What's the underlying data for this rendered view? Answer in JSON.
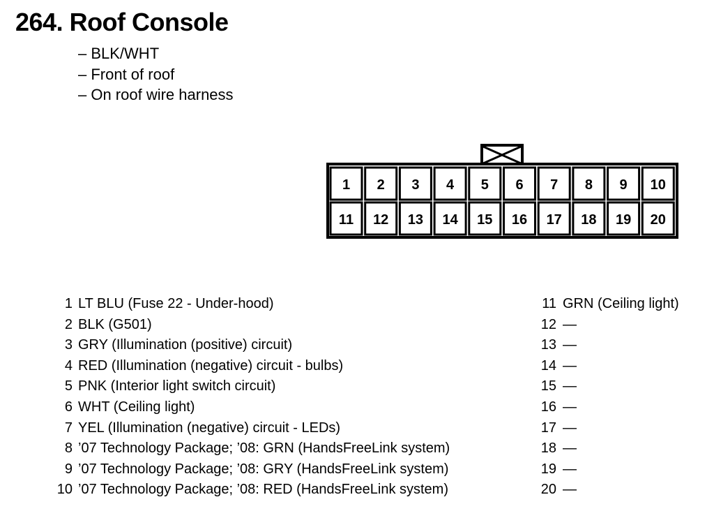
{
  "header": {
    "title": "264. Roof Console"
  },
  "notes": [
    "– BLK/WHT",
    "– Front of roof",
    "– On roof wire harness"
  ],
  "connector": {
    "pins_top": [
      "1",
      "2",
      "3",
      "4",
      "5",
      "6",
      "7",
      "8",
      "9",
      "10"
    ],
    "pins_bottom": [
      "11",
      "12",
      "13",
      "14",
      "15",
      "16",
      "17",
      "18",
      "19",
      "20"
    ]
  },
  "pins_left": [
    {
      "num": "1",
      "desc": "LT BLU (Fuse 22 - Under-hood)"
    },
    {
      "num": "2",
      "desc": "BLK (G501)"
    },
    {
      "num": "3",
      "desc": "GRY (Illumination (positive) circuit)"
    },
    {
      "num": "4",
      "desc": "RED (Illumination (negative) circuit - bulbs)"
    },
    {
      "num": "5",
      "desc": "PNK (Interior light switch circuit)"
    },
    {
      "num": "6",
      "desc": "WHT (Ceiling light)"
    },
    {
      "num": "7",
      "desc": "YEL (Illumination (negative) circuit - LEDs)"
    },
    {
      "num": "8",
      "desc": "’07 Technology Package; ’08: GRN (HandsFreeLink system)"
    },
    {
      "num": "9",
      "desc": "’07 Technology Package; ’08: GRY (HandsFreeLink system)"
    },
    {
      "num": "10",
      "desc": "’07 Technology Package; ’08: RED (HandsFreeLink system)"
    }
  ],
  "pins_right": [
    {
      "num": "11",
      "desc": "GRN (Ceiling light)"
    },
    {
      "num": "12",
      "desc": "—"
    },
    {
      "num": "13",
      "desc": "—"
    },
    {
      "num": "14",
      "desc": "—"
    },
    {
      "num": "15",
      "desc": "—"
    },
    {
      "num": "16",
      "desc": "—"
    },
    {
      "num": "17",
      "desc": "—"
    },
    {
      "num": "18",
      "desc": "—"
    },
    {
      "num": "19",
      "desc": "—"
    },
    {
      "num": "20",
      "desc": "—"
    }
  ]
}
